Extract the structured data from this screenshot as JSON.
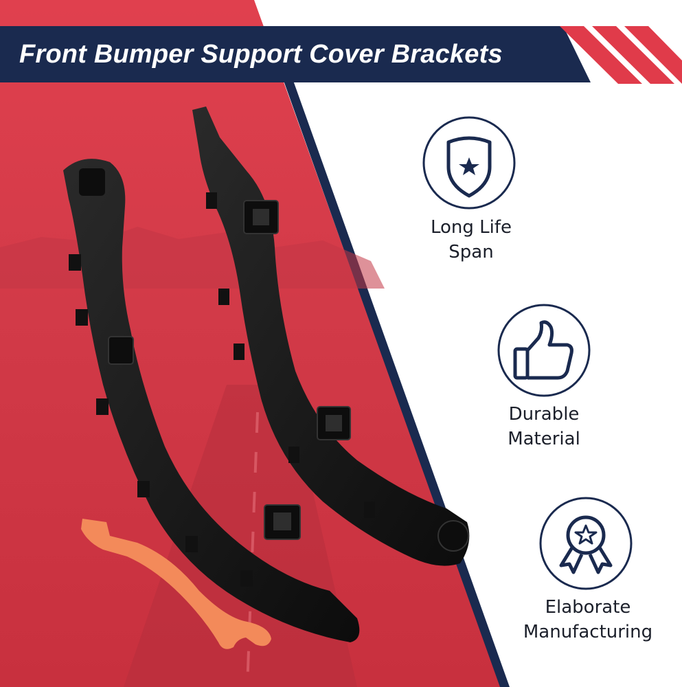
{
  "banner": {
    "title": "Front Bumper Support Cover Brackets"
  },
  "features": [
    {
      "icon": "shield-star-icon",
      "line1": "Long Life",
      "line2": "Span"
    },
    {
      "icon": "thumbs-up-icon",
      "line1": "Durable",
      "line2": "Material"
    },
    {
      "icon": "award-ribbon-icon",
      "line1": "Elaborate",
      "line2": "Manufacturing"
    }
  ],
  "colors": {
    "navy": "#1a2a4f",
    "red": "#d93a4a",
    "orange_tool": "#f38a5a",
    "bracket": "#161616"
  }
}
